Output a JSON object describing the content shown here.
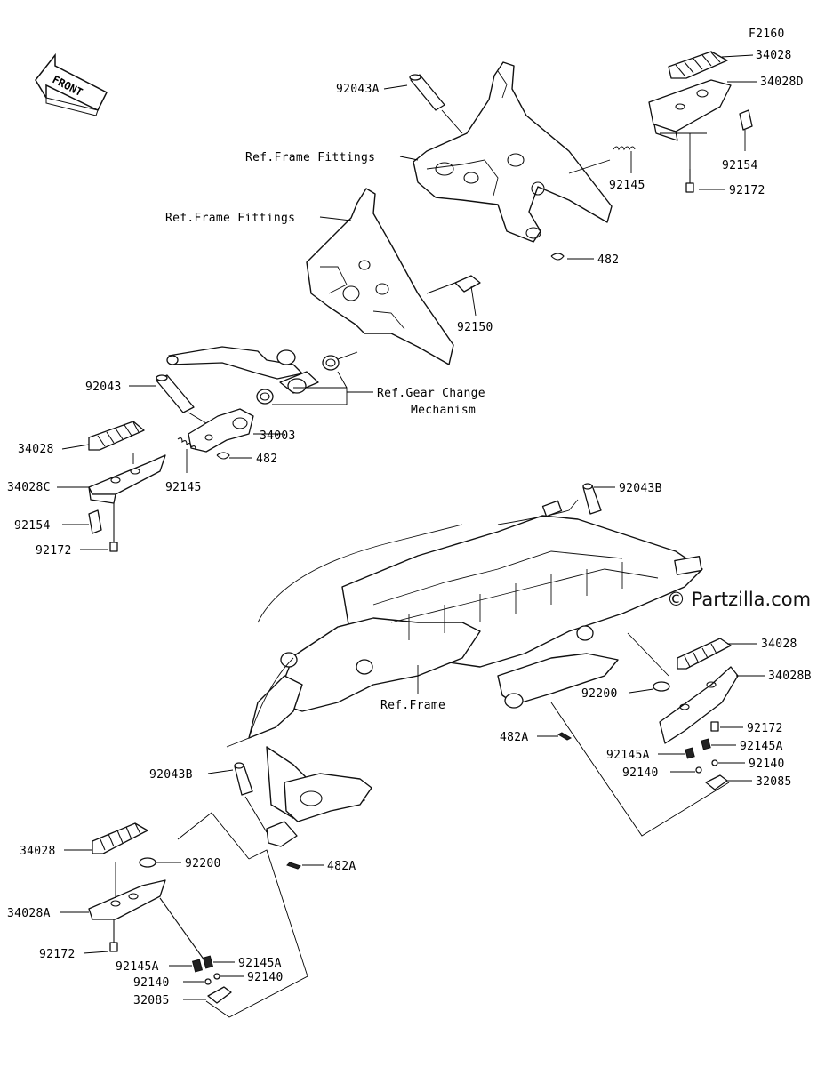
{
  "figure_id": "F2160",
  "watermark": "© Partzilla.com",
  "front_arrow_text": "FRONT",
  "refs": {
    "frame_fittings_upper": "Ref.Frame Fittings",
    "frame_fittings_lower": "Ref.Frame Fittings",
    "gear_change_line1": "Ref.Gear Change",
    "gear_change_line2": "Mechanism",
    "frame": "Ref.Frame"
  },
  "labels": {
    "p92043A": "92043A",
    "p34028_tr": "34028",
    "p34028D": "34028D",
    "p92145_tr": "92145",
    "p92154_tr": "92154",
    "p92172_tr": "92172",
    "p482_upper": "482",
    "p92150": "92150",
    "p92043": "92043",
    "p34003": "34003",
    "p482_mid": "482",
    "p34028_ml": "34028",
    "p34028C": "34028C",
    "p92145_ml": "92145",
    "p92154_ml": "92154",
    "p92172_ml": "92172",
    "p92043B_r": "92043B",
    "p34028_r": "34028",
    "p34028B": "34028B",
    "p92200_r": "92200",
    "p92172_r": "92172",
    "p482A_r": "482A",
    "p92145A_r1": "92145A",
    "p92145A_r2": "92145A",
    "p92140_r1": "92140",
    "p92140_r2": "92140",
    "p32085_r": "32085",
    "p92043B_l": "92043B",
    "p34028_bl": "34028",
    "p92200_l": "92200",
    "p482A_l": "482A",
    "p34028A": "34028A",
    "p92172_bl": "92172",
    "p92145A_l1": "92145A",
    "p92145A_l2": "92145A",
    "p92140_l1": "92140",
    "p92140_l2": "92140",
    "p32085_l": "32085"
  }
}
